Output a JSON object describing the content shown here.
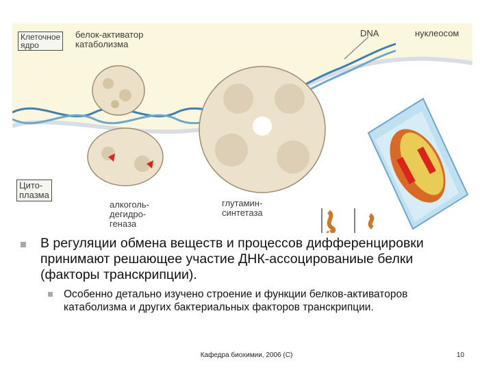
{
  "figure": {
    "labels": {
      "nucleus": "Клеточное\nядро",
      "activator": "белок-активатор\nкатаболизма",
      "dna": "DNA",
      "nucleosome": "нуклеосом",
      "cytoplasm": "Цито-\nплазма",
      "adh": "алкоголь-\nдегидро-\nгеназа",
      "glutamine": "глутамин-\nсинтетаза"
    },
    "colors": {
      "nucleus_bg": "#fbf7de",
      "dna_strand": "#3f7fb0",
      "protein": "#e9dcc3",
      "active_site": "#d8261b",
      "nucleosome_tube": "#a8d2ea",
      "histone_yellow": "#eacb55",
      "histone_orange": "#d86a27"
    }
  },
  "body": {
    "main_bullet": "В регуляции обмена веществ и процессов дифференцировки принимают решающее участие ДНК-ассоцированиые белки (факторы транскрипции).",
    "sub_bullet": "Особенно детально изучено строение и функции белков-активаторов катаболизма и других бактериальных факторов транскрипции."
  },
  "footer": {
    "credit": "Кафедра биохимии, 2006 (С)",
    "page_number": "10"
  }
}
